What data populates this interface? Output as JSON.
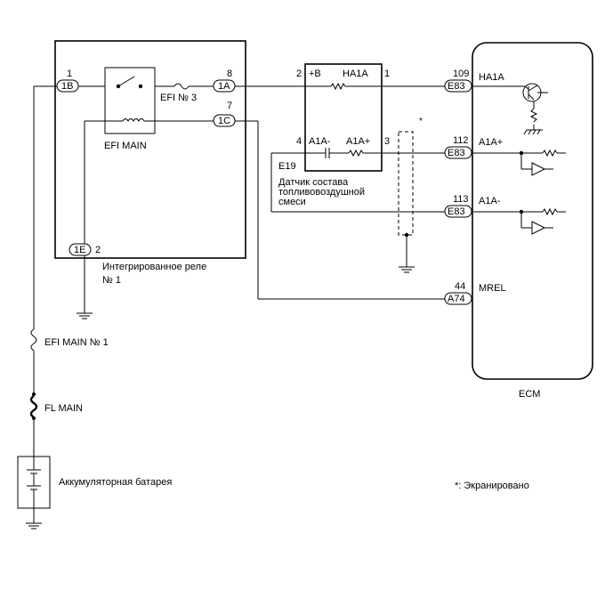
{
  "relay": {
    "pins": {
      "p1B": {
        "num": "1",
        "tag": "1B"
      },
      "p1A": {
        "num": "8",
        "tag": "1A"
      },
      "p1C": {
        "num": "7",
        "tag": "1C"
      },
      "p1E": {
        "num": "2",
        "tag": "1E"
      }
    },
    "fuse_label": "EFI № 3",
    "coil_label": "EFI MAIN",
    "name_line1": "Интегрированное реле",
    "name_line2": "№ 1"
  },
  "sensor": {
    "pin2": "2",
    "pin1": "1",
    "pin4": "4",
    "pin3": "3",
    "plusB": "+B",
    "ha1a": "HA1A",
    "a1a_minus": "A1A-",
    "a1a_plus": "A1A+",
    "code": "E19",
    "name_line1": "Датчик состава",
    "name_line2": "топливовоздушной",
    "name_line3": "смеси"
  },
  "shield": {
    "star": "*"
  },
  "ecm": {
    "title": "ECM",
    "pins": [
      {
        "num": "109",
        "conn": "E83",
        "signal": "HA1A"
      },
      {
        "num": "112",
        "conn": "E83",
        "signal": "A1A+"
      },
      {
        "num": "113",
        "conn": "E83",
        "signal": "A1A-"
      },
      {
        "num": "44",
        "conn": "A74",
        "signal": "MREL"
      }
    ]
  },
  "fuses": {
    "efi_main_1": "EFI MAIN № 1",
    "fl_main": "FL MAIN"
  },
  "battery": {
    "label": "Аккумуляторная батарея"
  },
  "note": "*: Экранировано"
}
